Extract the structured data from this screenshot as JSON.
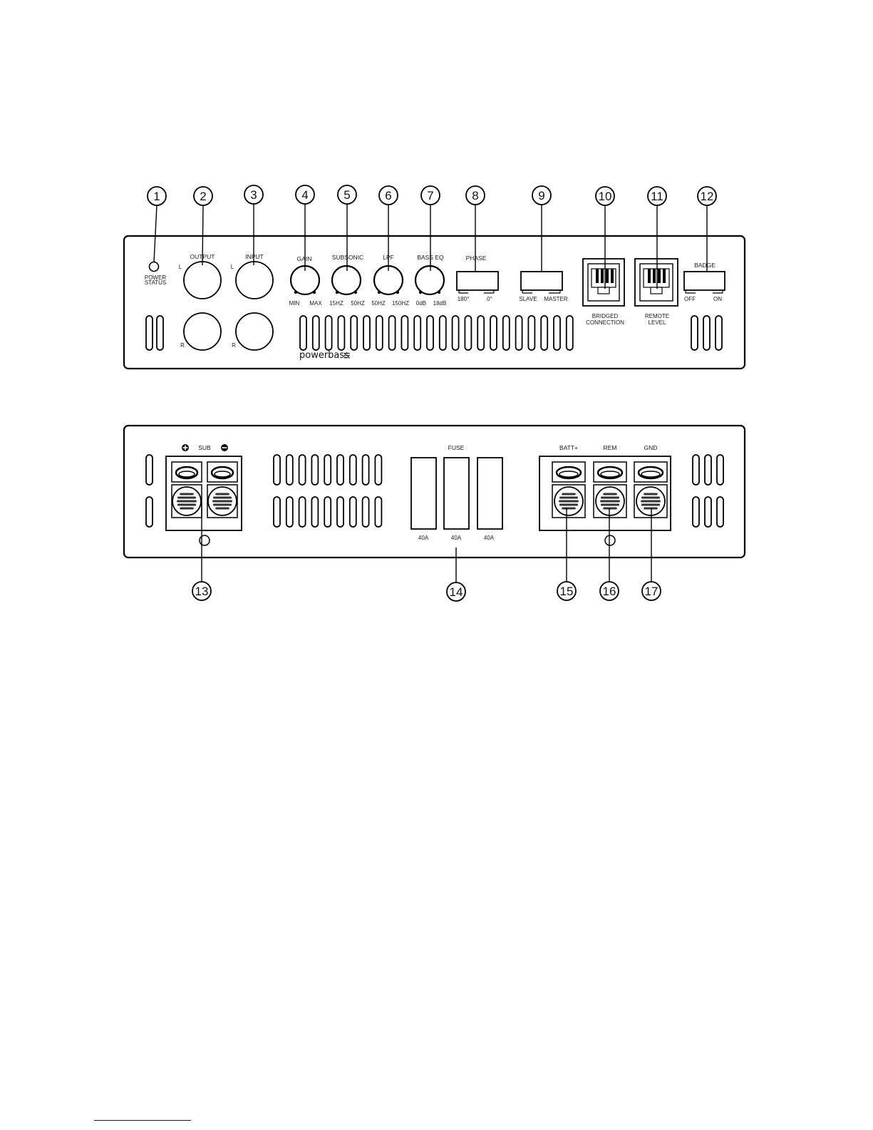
{
  "callouts": [
    "1",
    "2",
    "3",
    "4",
    "5",
    "6",
    "7",
    "8",
    "9",
    "10",
    "11",
    "12",
    "13",
    "14",
    "15",
    "16",
    "17"
  ],
  "top_panel": {
    "power_status": [
      "POWER",
      "STATUS"
    ],
    "output": "OUTPUT",
    "input": "INPUT",
    "ch_l": "L",
    "ch_r": "R",
    "gain": {
      "title": "GAIN",
      "min": "MIN",
      "max": "MAX"
    },
    "subsonic": {
      "title": "SUBSONIC",
      "min": "15HZ",
      "max": "50HZ"
    },
    "lpf": {
      "title": "LPF",
      "min": "50HZ",
      "max": "150HZ"
    },
    "bass_eq": {
      "title": "BASS EQ",
      "min": "0dB",
      "max": "18dB"
    },
    "phase": {
      "title": "PHASE",
      "left": "180°",
      "right": "0°"
    },
    "mode": {
      "left": "SLAVE",
      "right": "MASTER"
    },
    "bridged": [
      "BRIDGED",
      "CONNECTION"
    ],
    "remote": [
      "REMOTE",
      "LEVEL"
    ],
    "badge": {
      "title": "BADGE",
      "left": "OFF",
      "right": "ON"
    },
    "brand": "powerbass"
  },
  "bottom_panel": {
    "sub": {
      "plus_icon": "plus-circle-icon",
      "label": "SUB",
      "minus_icon": "minus-circle-icon"
    },
    "fuse": {
      "title": "FUSE",
      "ratings": [
        "40A",
        "40A",
        "40A"
      ]
    },
    "power_terminals": [
      "BATT+",
      "REM",
      "GND"
    ]
  }
}
